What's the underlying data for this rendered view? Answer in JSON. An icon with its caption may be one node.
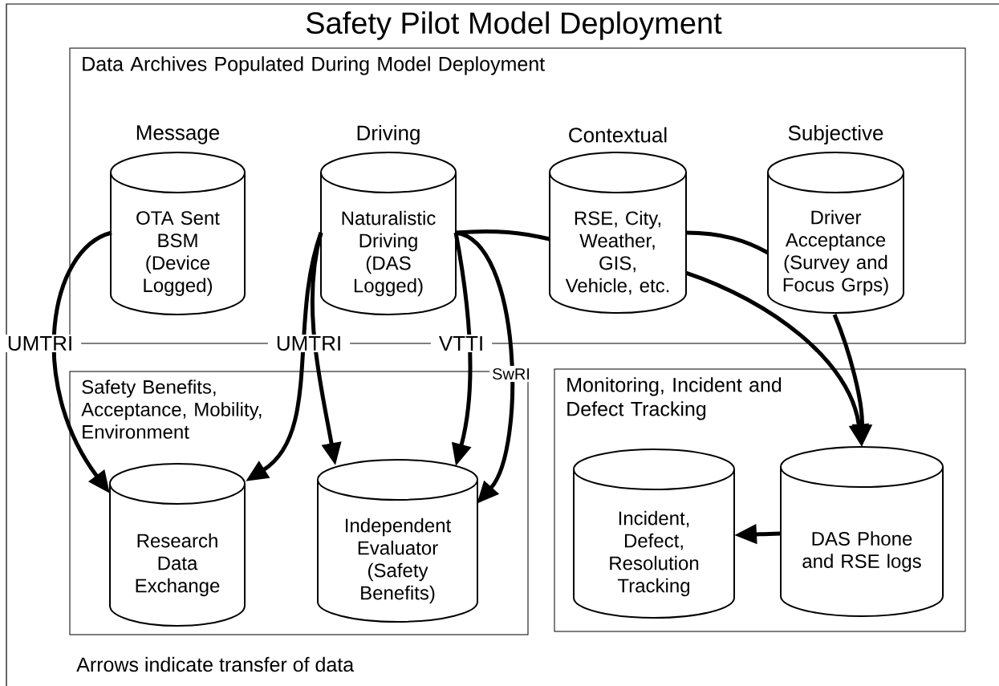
{
  "diagram": {
    "title": "Safety Pilot Model Deployment",
    "nodes": [
      {
        "text": [
          "Data Archives Populated During Model Deployment"
        ]
      },
      {
        "text": [
          "Message",
          "OTA Sent BSM (Device Logged)"
        ],
        "in": 0
      },
      {
        "text": [
          "Driving",
          "Naturalistic Driving (DAS Logged)"
        ],
        "in": 0
      },
      {
        "text": [
          "Contextual",
          "RSE, City, Weather, GIS, Vehicle, etc."
        ],
        "in": 0
      },
      {
        "text": [
          "Subjective",
          "Driver Acceptance (Survey and Focus Grps)"
        ],
        "in": 0
      },
      {
        "text": [
          "Safety Benefits, Acceptance, Mobility, Environment"
        ]
      },
      {
        "text": [
          "Research Data Exchange"
        ],
        "in": 5
      },
      {
        "text": [
          "Independent Evaluator (Safety Benefits)"
        ],
        "in": 5
      },
      {
        "text": [
          "Monitoring, Incident and Defect Tracking"
        ]
      },
      {
        "text": [
          "Incident, Defect, Resolution Tracking"
        ],
        "in": 8
      },
      {
        "text": [
          "DAS Phone and RSE logs"
        ],
        "in": 8
      }
    ],
    "edges": [
      {
        "from": 1,
        "to": 6,
        "arrow": "to"
      },
      {
        "from": 2,
        "to": 6,
        "arrow": "to"
      },
      {
        "from": 2,
        "to": 7,
        "arrow": "to"
      },
      {
        "from": 2,
        "to": 7,
        "arrow": "to"
      },
      {
        "from": 2,
        "to": 7,
        "arrow": "to",
        "label": "SwRI"
      },
      {
        "from": 2,
        "to": 3,
        "arrow": "none"
      },
      {
        "from": 3,
        "to": 4,
        "arrow": "none"
      },
      {
        "from": 3,
        "to": 10,
        "arrow": "to"
      },
      {
        "from": 4,
        "to": 10,
        "arrow": "to"
      },
      {
        "from": 10,
        "to": 9,
        "arrow": "to"
      }
    ],
    "labels": [
      "UMTRI",
      "UMTRI",
      "VTTI",
      "Arrows indicate transfer of data"
    ]
  }
}
